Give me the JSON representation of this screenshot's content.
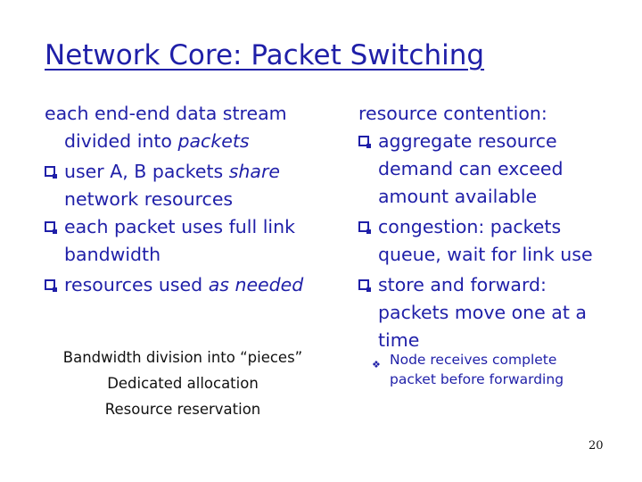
{
  "slide": {
    "title": "Network Core: Packet Switching",
    "page_number": "20"
  },
  "left": {
    "intro_line1_a": "each end-end data stream",
    "intro_line2_a": "divided into ",
    "intro_line2_b": "packets",
    "b1_line1_a": "user A, B packets ",
    "b1_line1_b": "share",
    "b1_line2": "network resources",
    "b2_line1": "each packet uses full link",
    "b2_line2": "bandwidth",
    "b3_line1_a": "resources used ",
    "b3_line1_b": "as needed"
  },
  "right": {
    "heading": "resource contention:",
    "b1_line1": "aggregate resource",
    "b1_line2": "demand can exceed",
    "b1_line3": "amount available",
    "b2_line1": "congestion: packets",
    "b2_line2": "queue, wait for link use",
    "b3_line1": "store and forward:",
    "b3_line2": "packets move one at a",
    "b3_line3": "time",
    "sub_line1": "Node receives complete",
    "sub_line2": "packet before forwarding"
  },
  "notes": {
    "line1": "Bandwidth division into “pieces”",
    "line2": "Dedicated allocation",
    "line3": "Resource reservation"
  }
}
